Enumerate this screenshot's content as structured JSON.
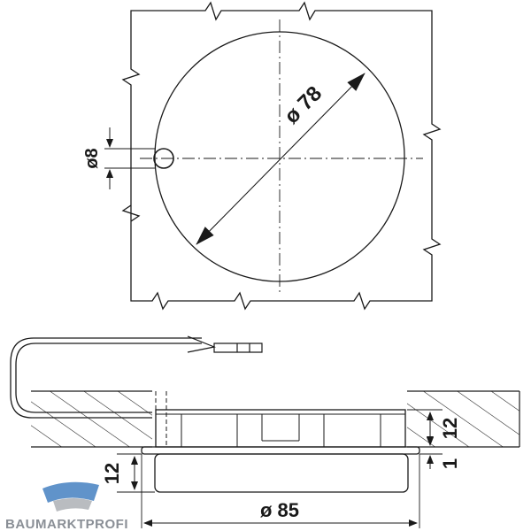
{
  "dimensions": {
    "circle_diameter": "ø 78",
    "hole_diameter": "ø8",
    "product_diameter": "ø 85",
    "panel_thickness": "12",
    "protrusion": "1",
    "lens_height": "12"
  },
  "watermark": {
    "text": "BAUMARKTPROFI"
  },
  "colors": {
    "line": "#1a1a1a",
    "watermark": "#8a8f96",
    "watermark_accent": "#2b6fb8"
  }
}
